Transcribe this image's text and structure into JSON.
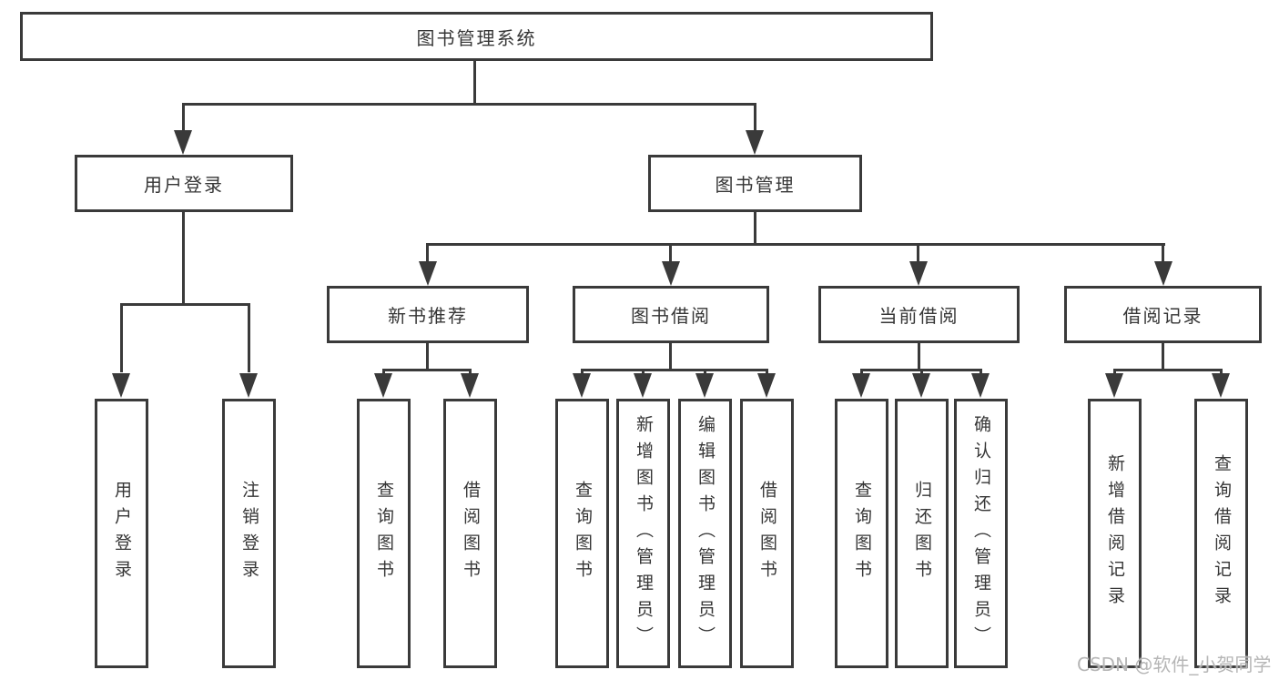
{
  "tree": {
    "root": {
      "label": "图书管理系统"
    },
    "user_login": {
      "label": "用户登录",
      "children": [
        {
          "label": "用户登录"
        },
        {
          "label": "注销登录"
        }
      ]
    },
    "book_mgmt": {
      "label": "图书管理",
      "groups": [
        {
          "label": "新书推荐",
          "children": [
            {
              "label": "查询图书"
            },
            {
              "label": "借阅图书"
            }
          ]
        },
        {
          "label": "图书借阅",
          "children": [
            {
              "label": "查询图书"
            },
            {
              "label": "新增图书（管理员）"
            },
            {
              "label": "编辑图书（管理员）"
            },
            {
              "label": "借阅图书"
            }
          ]
        },
        {
          "label": "当前借阅",
          "children": [
            {
              "label": "查询图书"
            },
            {
              "label": "归还图书"
            },
            {
              "label": "确认归还（管理员）"
            }
          ]
        },
        {
          "label": "借阅记录",
          "children": [
            {
              "label": "新增借阅记录"
            },
            {
              "label": "查询借阅记录"
            }
          ]
        }
      ]
    }
  },
  "watermark": {
    "text": "CSDN @软件_小贺同学"
  },
  "colors": {
    "line": "#3a3a3a",
    "text": "#363636",
    "watermark": "#b2b2b2",
    "background": "#ffffff"
  }
}
